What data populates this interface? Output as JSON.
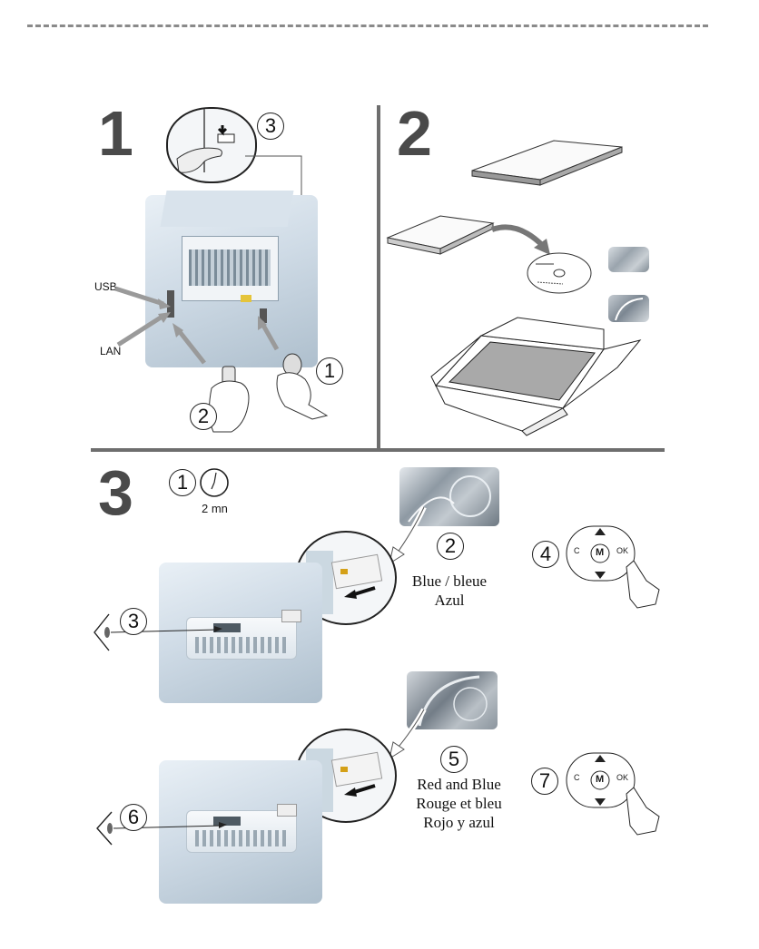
{
  "steps": {
    "s1": "1",
    "s2": "2",
    "s3": "3"
  },
  "step1": {
    "callout_top": "3",
    "callout_right": "1",
    "callout_bottom": "2",
    "usb_label": "USB",
    "lan_label": "LAN"
  },
  "step3": {
    "c1": "1",
    "time": "2 mn",
    "c2": "2",
    "blue_caption": [
      "Blue / bleue",
      "Azul"
    ],
    "c3": "3",
    "c4": "4",
    "c5": "5",
    "red_blue_caption": [
      "Red and Blue",
      "Rouge  et bleu",
      "Rojo y azul"
    ],
    "c6": "6",
    "c7": "7",
    "keypad": {
      "c": "C",
      "m": "M",
      "ok": "OK"
    }
  },
  "colors": {
    "divider": "#6e6e6e",
    "dash": "#8a8a8a",
    "step_number": "#4a4a4a"
  },
  "icons": [
    "hand-icon",
    "arrow-icon",
    "eye-icon",
    "clock-icon",
    "cd-icon",
    "box-icon",
    "smart-card-icon",
    "keypad-icon"
  ]
}
